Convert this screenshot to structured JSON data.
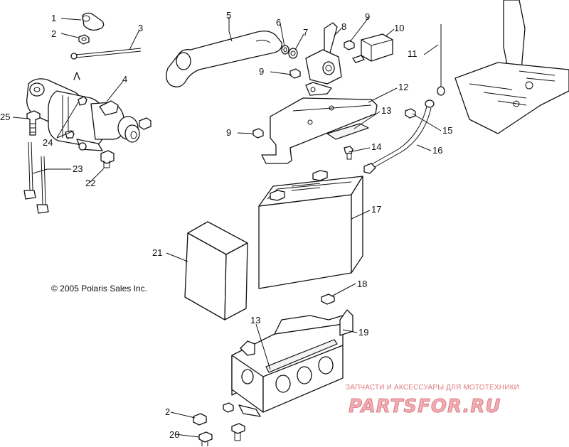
{
  "diagram": {
    "copyright": "© 2005 Polaris Sales Inc.",
    "callouts": [
      "1",
      "2",
      "3",
      "4",
      "5",
      "6",
      "7",
      "8",
      "9",
      "10",
      "11",
      "12",
      "13",
      "14",
      "15",
      "16",
      "17",
      "18",
      "19",
      "20",
      "21",
      "22",
      "23",
      "24",
      "25",
      "9",
      "9",
      "13",
      "2"
    ]
  },
  "watermark": {
    "tagline": "ЗАПЧАСТИ И АКСЕССУАРЫ ДЛЯ МОТОТЕХНИКИ",
    "brand": "PARTSFOR.RU"
  }
}
